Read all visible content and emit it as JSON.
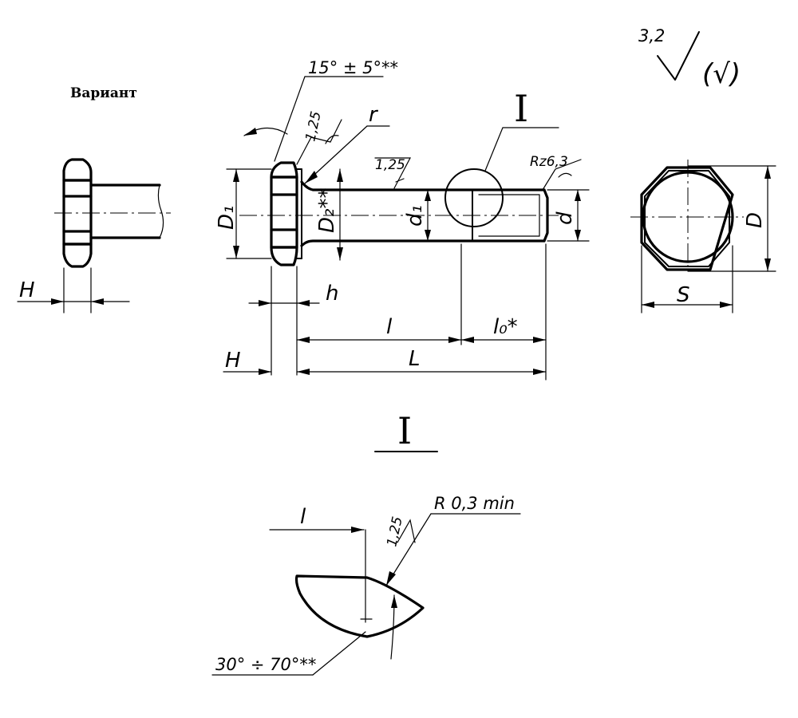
{
  "variant_label": "Вариант",
  "roughness": {
    "value": "3,2",
    "note": "(√)"
  },
  "angle_chamfer": "15° ± 5°**",
  "roughness_head": "1,25",
  "radius_label": "r",
  "roughness_shank": "1,25",
  "detail_ref": "I",
  "roughness_thread": "Rz6,3",
  "dims": {
    "H_variant": "H",
    "D1": "D₁",
    "D2": "D₂**",
    "d1": "d₁",
    "d": "d",
    "h": "h",
    "l": "l",
    "l0": "l₀*",
    "H": "H",
    "L": "L",
    "D": "D",
    "S": "S"
  },
  "detail": {
    "title": "I",
    "l": "l",
    "roughness": "1,25",
    "radius": "R 0,3 min",
    "angle": "30° ÷ 70°**"
  }
}
